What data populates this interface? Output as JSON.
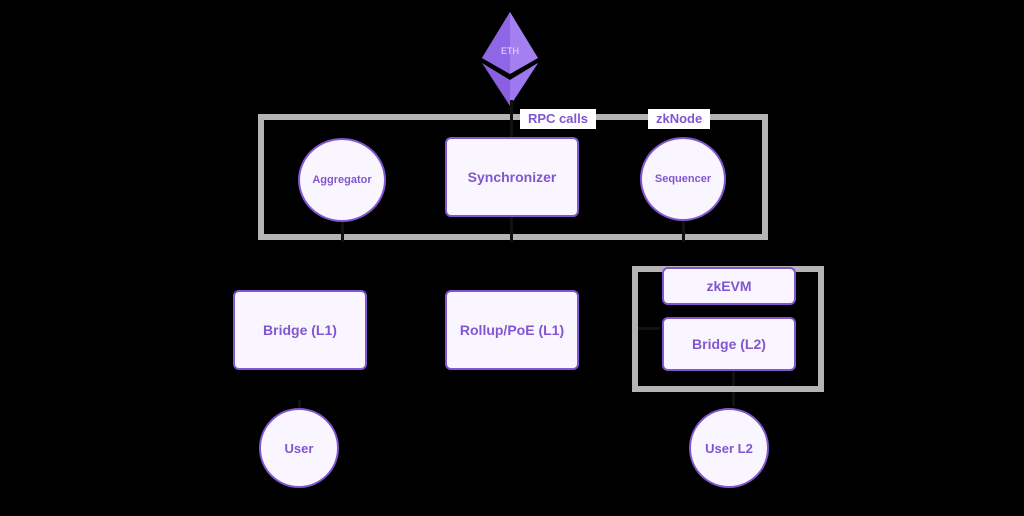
{
  "eth": {
    "label": "ETH"
  },
  "zknode_group": {
    "labels": {
      "rpc_calls": "RPC calls",
      "zknode": "zkNode"
    },
    "aggregator": "Aggregator",
    "synchronizer": "Synchronizer",
    "sequencer": "Sequencer"
  },
  "l1": {
    "bridge": "Bridge (L1)",
    "rollup": "Rollup/PoE (L1)"
  },
  "l2_group": {
    "zkevm": "zkEVM",
    "bridge": "Bridge (L2)"
  },
  "users": {
    "user": "User",
    "user_l2": "User L2"
  },
  "colors": {
    "accent": "#8256d0",
    "node_fill": "#faf6ff",
    "frame": "#b4b4b4",
    "background": "#000000"
  }
}
